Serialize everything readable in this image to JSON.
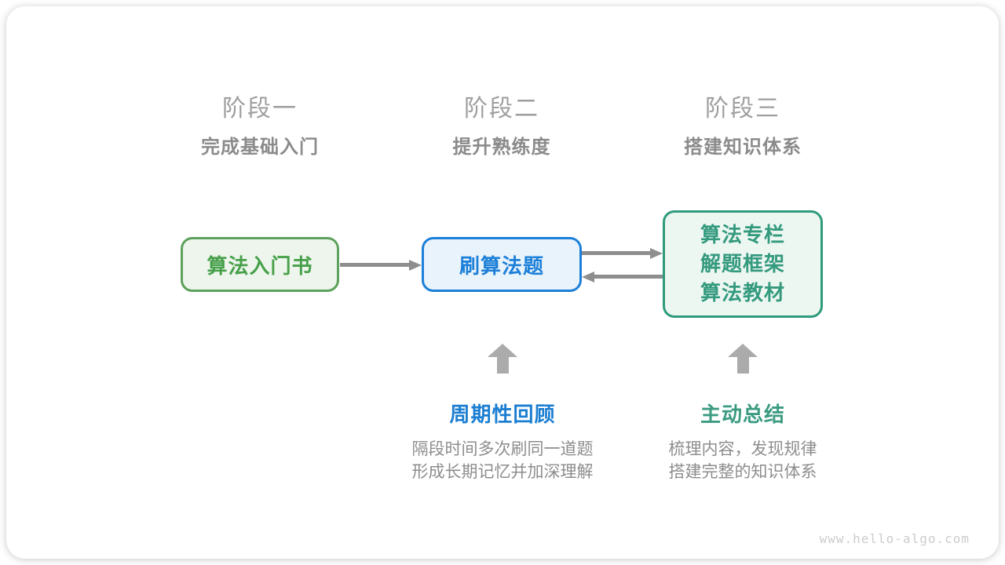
{
  "stages": [
    {
      "title": "阶段一",
      "subtitle": "完成基础入门"
    },
    {
      "title": "阶段二",
      "subtitle": "提升熟练度"
    },
    {
      "title": "阶段三",
      "subtitle": "搭建知识体系"
    }
  ],
  "boxes": {
    "intro_book": {
      "label": "算法入门书"
    },
    "practice": {
      "label": "刷算法题"
    },
    "resources": {
      "lines": [
        "算法专栏",
        "解题框架",
        "算法教材"
      ]
    }
  },
  "annotations": [
    {
      "label": "周期性回顾",
      "desc": [
        "隔段时间多次刷同一道题",
        "形成长期记忆并加深理解"
      ]
    },
    {
      "label": "主动总结",
      "desc": [
        "梳理内容，发现规律",
        "搭建完整的知识体系"
      ]
    }
  ],
  "watermark": "www.hello-algo.com",
  "colors": {
    "green_accent": "#47a04a",
    "green_border": "#5ca15c",
    "green_bg": "#edf5ec",
    "blue_accent": "#1d80d8",
    "blue_bg": "#e9f3fc",
    "teal_accent": "#349a7e",
    "teal_bg": "#edf7f2",
    "arrow_gray": "#8e8e8e",
    "block_arrow_gray": "#ababab",
    "title_gray": "#9e9e9e",
    "text_gray": "#8b8b8b",
    "watermark_gray": "#cccccc"
  }
}
